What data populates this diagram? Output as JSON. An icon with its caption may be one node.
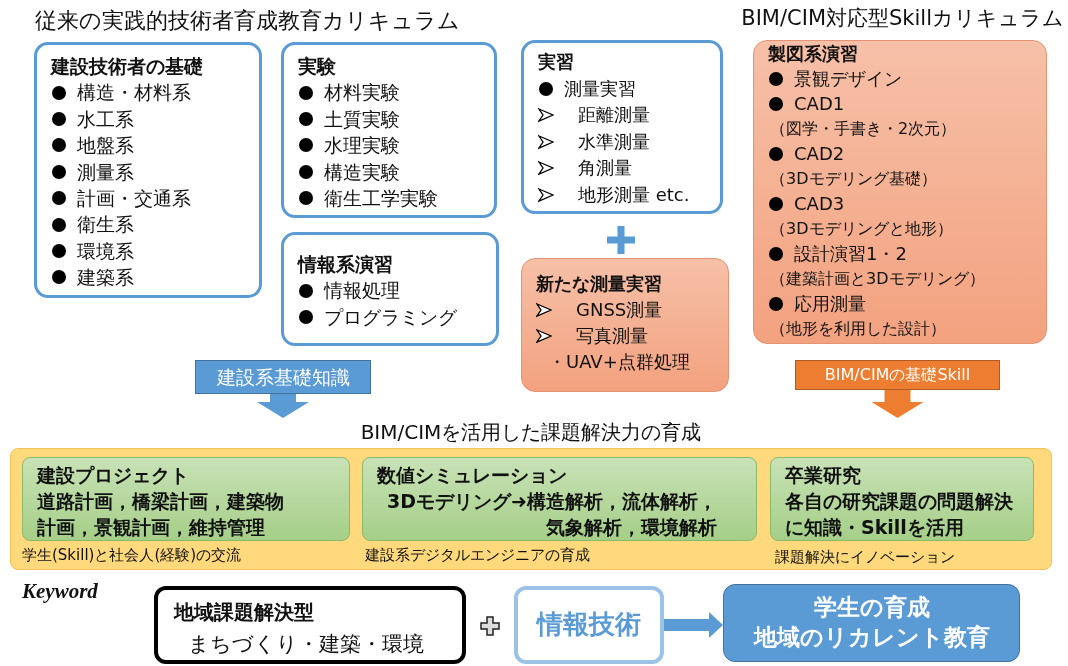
{
  "diagram": {
    "nodes": [
      {
        "text": [
          "建設技術者の基礎",
          "構造・材料系",
          "水工系",
          "地盤系",
          "測量系",
          "計画・交通系",
          "衛生系",
          "環境系",
          "建築系"
        ]
      },
      {
        "text": [
          "実験",
          "材料実験",
          "土質実験",
          "水理実験",
          "構造実験",
          "衛生工学実験"
        ]
      },
      {
        "text": [
          "情報系演習",
          "情報処理",
          "プログラミング"
        ]
      },
      {
        "text": [
          "実習",
          "測量実習",
          "距離測量",
          "水準測量",
          "角測量",
          "地形測量 etc."
        ]
      },
      {
        "text": [
          "新たな測量実習",
          "GNSS測量",
          "写真測量",
          "・UAV+点群処理"
        ]
      },
      {
        "text": [
          "製図系演習",
          "景観デザイン",
          "CAD1",
          "（図学・手書き・2次元）",
          "CAD2",
          "（3Dモデリング基礎）",
          "CAD3",
          "（3Dモデリングと地形）",
          "設計演習1・2",
          "（建築計画と3Dモデリング）",
          "応用測量",
          "（地形を利用した設計）"
        ]
      },
      {
        "text": [
          "建設系基礎知識"
        ]
      },
      {
        "text": [
          "BIM/CIMの基礎Skill"
        ]
      },
      {
        "text": [
          "BIM/CIMを活用した課題解決力の育成"
        ]
      },
      {
        "text": [
          "建設プロジェクト",
          "道路計画，橋梁計画，建築物計画，景観計画，維持管理"
        ],
        "in": 8,
        "beside": [
          "学生(Skill)と社会人(経験)の交流"
        ]
      },
      {
        "text": [
          "数値シミュレーション",
          "3Dモデリング➜構造解析，流体解析，気象解析，環境解析"
        ],
        "in": 8,
        "beside": [
          "建設系デジタルエンジニアの育成"
        ]
      },
      {
        "text": [
          "卒業研究",
          "各自の研究課題の問題解決に知識・Skillを活用"
        ],
        "in": 8,
        "beside": [
          "課題解決にイノベーション"
        ]
      },
      {
        "text": [
          "地域課題解決型",
          "まちづくり・建築・環境"
        ]
      },
      {
        "text": [
          "情報技術"
        ]
      },
      {
        "text": [
          "学生の育成",
          "地域のリカレント教育"
        ]
      }
    ],
    "edges": [
      {
        "from": 6,
        "to": 8,
        "arrow": "to"
      },
      {
        "from": 7,
        "to": 8,
        "arrow": "to",
        "color": "#ed7d31"
      },
      {
        "from": 13,
        "to": 14,
        "arrow": "to"
      }
    ],
    "labels": [
      "従来の実践的技術者育成教育カリキュラム",
      "BIM/CIM対応型Skillカリキュラム",
      "Keyword"
    ]
  }
}
